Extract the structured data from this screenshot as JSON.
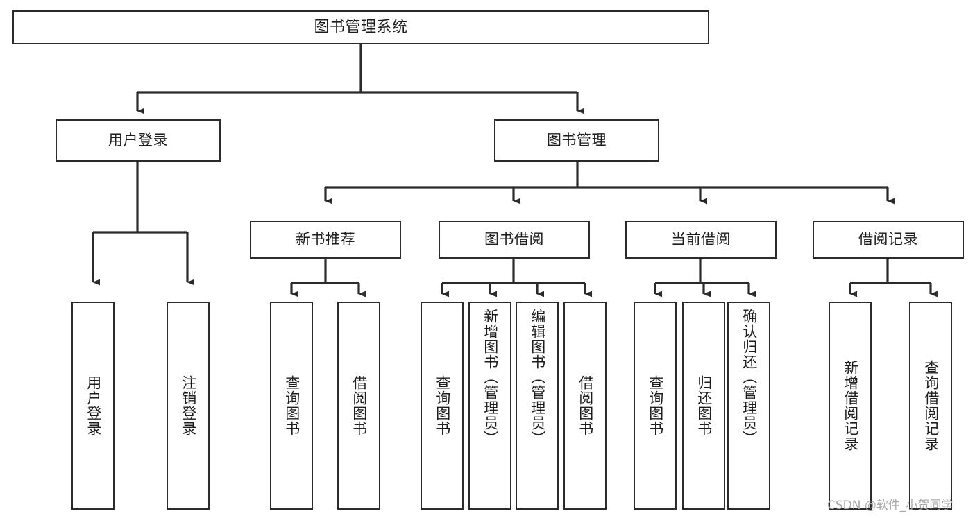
{
  "diagram": {
    "title": "图书管理系统",
    "watermark": "CSDN @软件_小贺同学",
    "line_color": "#2b2b2b",
    "box_fill": "#ffffff",
    "text_color": "#1d1d1d",
    "root": {
      "label": "图书管理系统"
    },
    "level2": [
      {
        "label": "用户登录"
      },
      {
        "label": "图书管理"
      }
    ],
    "level3": [
      {
        "label": "新书推荐"
      },
      {
        "label": "图书借阅"
      },
      {
        "label": "当前借阅"
      },
      {
        "label": "借阅记录"
      }
    ],
    "leaves": {
      "user_login": [
        {
          "label": "用户登录"
        },
        {
          "label": "注销登录"
        }
      ],
      "new_book_recommend": [
        {
          "label": "查询图书"
        },
        {
          "label": "借阅图书"
        }
      ],
      "book_borrow": [
        {
          "label": "查询图书"
        },
        {
          "label": "新增图书（管理员）"
        },
        {
          "label": "编辑图书（管理员）"
        },
        {
          "label": "借阅图书"
        }
      ],
      "current_borrow": [
        {
          "label": "查询图书"
        },
        {
          "label": "归还图书"
        },
        {
          "label": "确认归还（管理员）"
        }
      ],
      "borrow_records": [
        {
          "label": "新增借阅记录"
        },
        {
          "label": "查询借阅记录"
        }
      ]
    }
  },
  "chart_data": {
    "type": "diagram",
    "subtype": "tree-hierarchy",
    "title": "图书管理系统",
    "orientation": "top-down",
    "nodes": [
      {
        "id": "root",
        "label": "图书管理系统",
        "level": 0
      },
      {
        "id": "login",
        "label": "用户登录",
        "level": 1
      },
      {
        "id": "bookmgmt",
        "label": "图书管理",
        "level": 1
      },
      {
        "id": "newbook",
        "label": "新书推荐",
        "level": 2
      },
      {
        "id": "borrow",
        "label": "图书借阅",
        "level": 2
      },
      {
        "id": "current",
        "label": "当前借阅",
        "level": 2
      },
      {
        "id": "records",
        "label": "借阅记录",
        "level": 2
      },
      {
        "id": "l1",
        "label": "用户登录",
        "level": 3
      },
      {
        "id": "l2",
        "label": "注销登录",
        "level": 3
      },
      {
        "id": "l3",
        "label": "查询图书",
        "level": 3
      },
      {
        "id": "l4",
        "label": "借阅图书",
        "level": 3
      },
      {
        "id": "l5",
        "label": "查询图书",
        "level": 3
      },
      {
        "id": "l6",
        "label": "新增图书（管理员）",
        "level": 3
      },
      {
        "id": "l7",
        "label": "编辑图书（管理员）",
        "level": 3
      },
      {
        "id": "l8",
        "label": "借阅图书",
        "level": 3
      },
      {
        "id": "l9",
        "label": "查询图书",
        "level": 3
      },
      {
        "id": "l10",
        "label": "归还图书",
        "level": 3
      },
      {
        "id": "l11",
        "label": "确认归还（管理员）",
        "level": 3
      },
      {
        "id": "l12",
        "label": "新增借阅记录",
        "level": 3
      },
      {
        "id": "l13",
        "label": "查询借阅记录",
        "level": 3
      }
    ],
    "edges": [
      {
        "from": "root",
        "to": "login"
      },
      {
        "from": "root",
        "to": "bookmgmt"
      },
      {
        "from": "login",
        "to": "l1"
      },
      {
        "from": "login",
        "to": "l2"
      },
      {
        "from": "bookmgmt",
        "to": "newbook"
      },
      {
        "from": "bookmgmt",
        "to": "borrow"
      },
      {
        "from": "bookmgmt",
        "to": "current"
      },
      {
        "from": "bookmgmt",
        "to": "records"
      },
      {
        "from": "newbook",
        "to": "l3"
      },
      {
        "from": "newbook",
        "to": "l4"
      },
      {
        "from": "borrow",
        "to": "l5"
      },
      {
        "from": "borrow",
        "to": "l6"
      },
      {
        "from": "borrow",
        "to": "l7"
      },
      {
        "from": "borrow",
        "to": "l8"
      },
      {
        "from": "current",
        "to": "l9"
      },
      {
        "from": "current",
        "to": "l10"
      },
      {
        "from": "current",
        "to": "l11"
      },
      {
        "from": "records",
        "to": "l12"
      },
      {
        "from": "records",
        "to": "l13"
      }
    ]
  }
}
